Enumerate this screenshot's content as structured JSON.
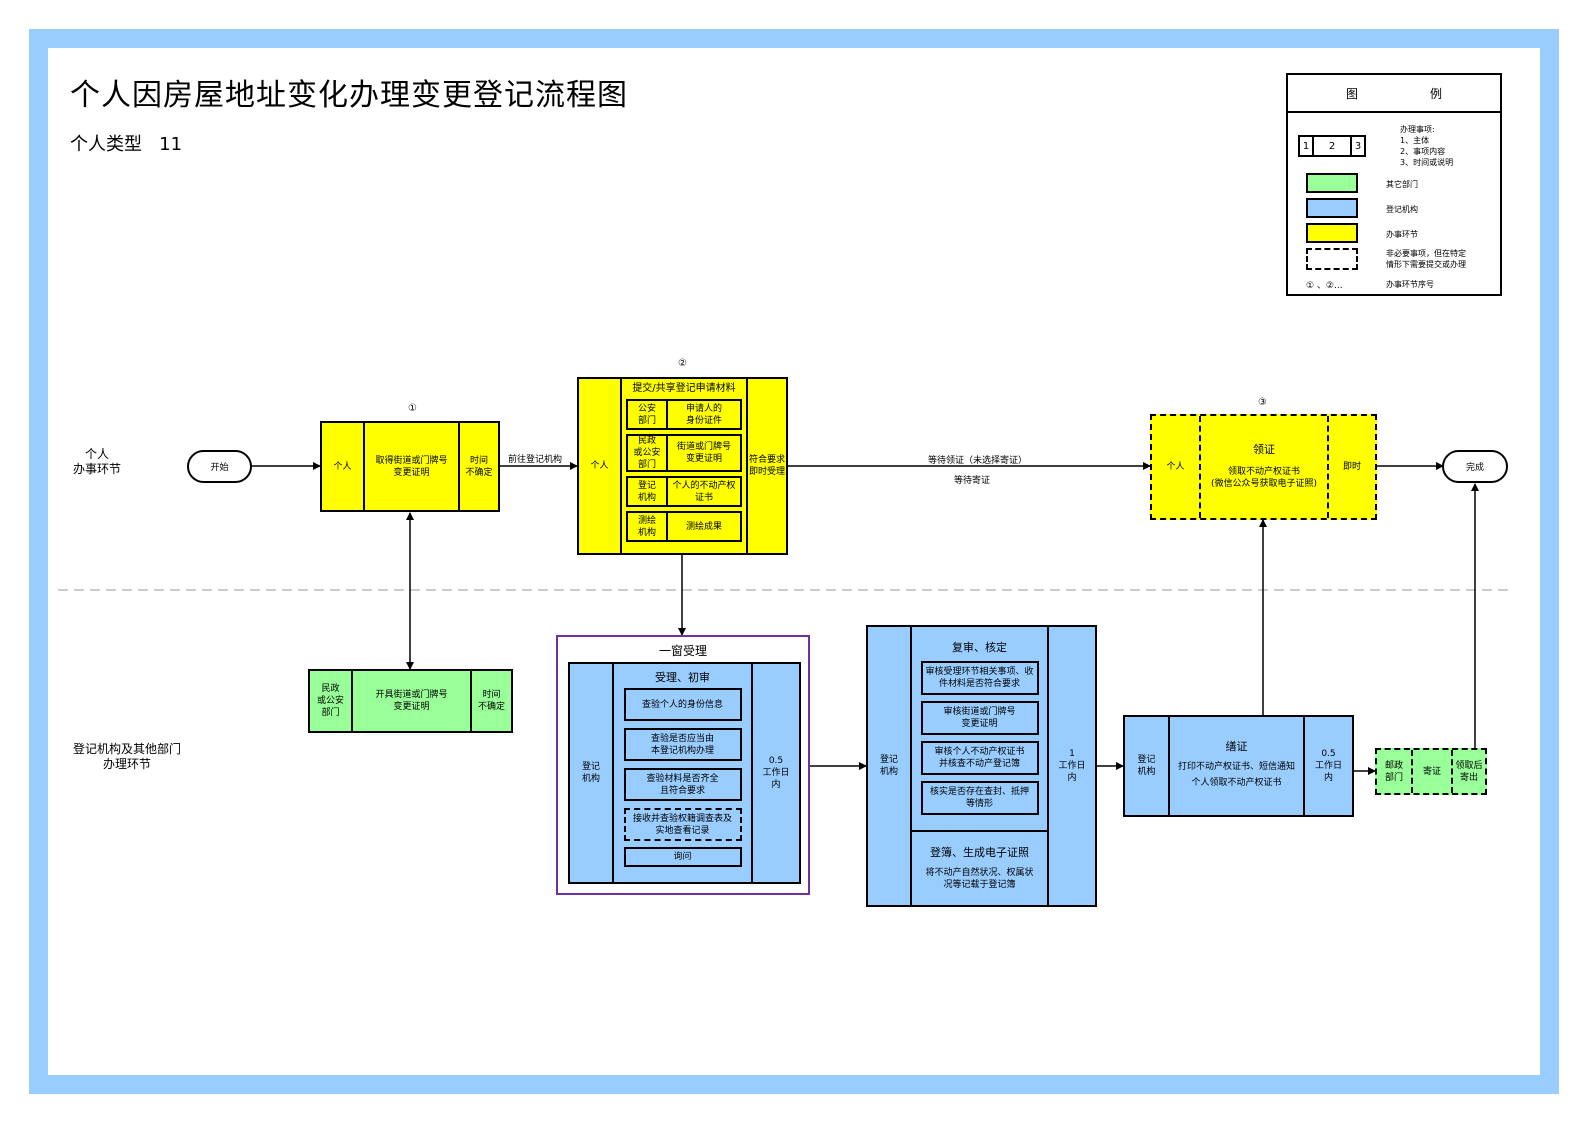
{
  "title": "个人因房屋地址变化办理变更登记流程图",
  "subtitle": "个人类型   11",
  "colors": {
    "frame": "#99ccff",
    "yellow": "#ffff00",
    "blue": "#99ccff",
    "green": "#99ff99",
    "purple": "#7030a0",
    "lane_divider": "#bbbbbb"
  },
  "legend": {
    "header_left": "图",
    "header_right": "例",
    "sample_cells": [
      "1",
      "2",
      "3"
    ],
    "items_desc": [
      "办理事项:",
      "1、主体",
      "2、事项内容",
      "3、时间或说明"
    ],
    "green_label": "其它部门",
    "blue_label": "登记机构",
    "yellow_label": "办事环节",
    "dashed_label_1": "非必要事项，但在特定",
    "dashed_label_2": "情形下需要提交或办理",
    "seq_symbol": "① 、②...",
    "seq_label": "办事环节序号"
  },
  "lanes": {
    "top": [
      "个人",
      "办事环节"
    ],
    "bottom": [
      "登记机构及其他部门",
      "办理环节"
    ]
  },
  "start": "开始",
  "end": "完成",
  "step1": {
    "num": "①",
    "subject": "个人",
    "content": [
      "取得街道或门牌号",
      "变更证明"
    ],
    "time": [
      "时间",
      "不确定"
    ]
  },
  "edge_go": "前往登记机构",
  "step2": {
    "num": "②",
    "subject": "个人",
    "title": "提交/共享登记申请材料",
    "materials": [
      {
        "dept": [
          "公安",
          "部门"
        ],
        "item": [
          "申请人的",
          "身份证件"
        ]
      },
      {
        "dept": [
          "民政",
          "或公安",
          "部门"
        ],
        "item": [
          "街道或门牌号",
          "变更证明"
        ]
      },
      {
        "dept": [
          "登记",
          "机构"
        ],
        "item": [
          "个人的不动产权",
          "证书"
        ]
      },
      {
        "dept": [
          "测绘",
          "机构"
        ],
        "item": [
          "测绘成果"
        ]
      }
    ],
    "note": [
      "符合要求",
      "即时受理"
    ]
  },
  "edge_wait_collect": "等待领证（未选择寄证）",
  "edge_wait_mail": "等待寄证",
  "step3": {
    "num": "③",
    "subject": "个人",
    "title": "领证",
    "content": [
      "领取不动产权证书",
      "(微信公众号获取电子证照)"
    ],
    "time": "即时"
  },
  "green_cert": {
    "dept": [
      "民政",
      "或公安",
      "部门"
    ],
    "content": [
      "开具街道或门牌号",
      "变更证明"
    ],
    "time": [
      "时间",
      "不确定"
    ]
  },
  "window": {
    "title": "一窗受理",
    "subject": [
      "登记",
      "机构"
    ],
    "section": "受理、初审",
    "checks": [
      {
        "text": [
          "查验个人的身份信息"
        ],
        "dashed": false
      },
      {
        "text": [
          "查验是否应当由",
          "本登记机构办理"
        ],
        "dashed": false
      },
      {
        "text": [
          "查验材料是否齐全",
          "且符合要求"
        ],
        "dashed": false
      },
      {
        "text": [
          "接收并查验权籍调查表及",
          "实地查看记录"
        ],
        "dashed": true
      },
      {
        "text": [
          "询问"
        ],
        "dashed": false
      }
    ],
    "time": [
      "0.5",
      "工作日",
      "内"
    ]
  },
  "review": {
    "subject": [
      "登记",
      "机构"
    ],
    "section": "复审、核定",
    "checks": [
      [
        "审核受理环节相关事项、收",
        "件材料是否符合要求"
      ],
      [
        "审核街道或门牌号",
        "变更证明"
      ],
      [
        "审核个人不动产权证书",
        "并核查不动产登记簿"
      ],
      [
        "核实是否存在查封、抵押",
        "等情形"
      ]
    ],
    "register_title": "登簿、生成电子证照",
    "register_desc": [
      "将不动产自然状况、权属状",
      "况等记载于登记簿"
    ],
    "time": [
      "1",
      "工作日",
      "内"
    ]
  },
  "issue": {
    "subject": [
      "登记",
      "机构"
    ],
    "title": "缮证",
    "content": [
      "打印不动产权证书、短信通知",
      "个人领取不动产权证书"
    ],
    "time": [
      "0.5",
      "工作日",
      "内"
    ]
  },
  "post": {
    "dept": [
      "邮政",
      "部门"
    ],
    "content": "寄证",
    "note": [
      "领取后",
      "寄出"
    ]
  }
}
